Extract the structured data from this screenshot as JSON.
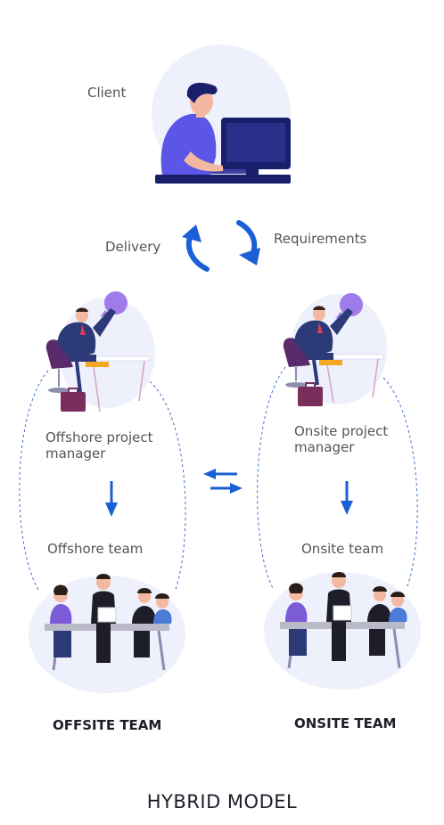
{
  "nodes": {
    "client": "Client",
    "delivery": "Delivery",
    "requirements": "Requirements",
    "offshore_manager": "Offshore project manager",
    "onsite_manager": "Onsite project manager",
    "offshore_team": "Offshore team",
    "onsite_team": "Onsite team"
  },
  "sections": {
    "offsite_heading": "OFFSITE TEAM",
    "onsite_heading": "ONSITE TEAM"
  },
  "title": "HYBRID MODEL",
  "colors": {
    "arrow_blue": "#1b5fd6",
    "dashed_line": "#3e6fc8",
    "client_shirt": "#5b55e8",
    "circle_bg": "#eef0fb",
    "manager_suit": "#2c3a78",
    "chair_purple": "#5a2b6b",
    "bubble_purple": "#a07bea"
  }
}
